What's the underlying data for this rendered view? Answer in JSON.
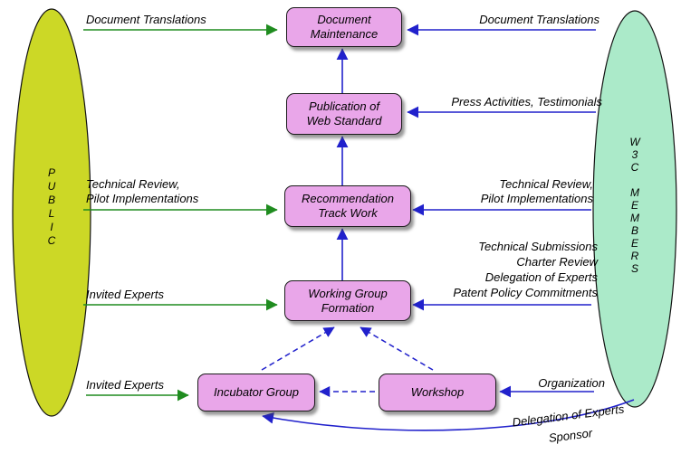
{
  "ellipses": {
    "public": "P\nU\nB\nL\nI\nC",
    "members": "W\n3\nC\n\nM\nE\nM\nB\nE\nR\nS"
  },
  "boxes": {
    "document_maintenance": {
      "lines": [
        "Document",
        "Maintenance"
      ]
    },
    "publication_web_standard": {
      "lines": [
        "Publication of",
        "Web Standard"
      ]
    },
    "recommendation_track_work": {
      "lines": [
        "Recommendation",
        "Track Work"
      ]
    },
    "working_group_formation": {
      "lines": [
        "Working Group",
        "Formation"
      ]
    },
    "incubator_group": {
      "lines": [
        "Incubator Group"
      ]
    },
    "workshop": {
      "lines": [
        "Workshop"
      ]
    }
  },
  "public_contributions": {
    "document_translations": "Document Translations",
    "technical_review": "Technical Review,\nPilot Implementations",
    "invited_experts_wg": "Invited Experts",
    "invited_experts_incubator": "Invited Experts"
  },
  "member_contributions": {
    "document_translations": "Document Translations",
    "press_activities": "Press Activities, Testimonials",
    "technical_review": "Technical Review,\nPilot Implementations",
    "working_group_inputs": "Technical Submissions\nCharter Review\nDelegation of Experts\nPatent Policy Commitments",
    "organization": "Organization",
    "delegation_of_experts": "Delegation of Experts",
    "sponsor": "Sponsor"
  },
  "colors": {
    "box_fill": "#e9a6e9",
    "public_ellipse_fill": "#ccd826",
    "members_ellipse_fill": "#abeac9",
    "green_arrow": "#1f8c1f",
    "blue_arrow": "#2121cc"
  }
}
